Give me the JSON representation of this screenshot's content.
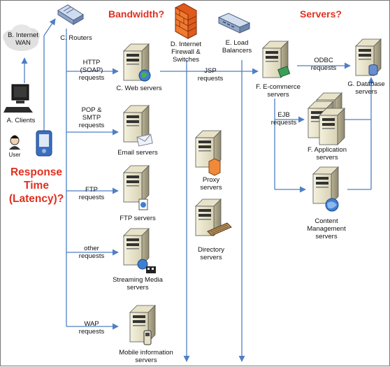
{
  "headers": {
    "bandwidth": "Bandwidth?",
    "servers": "Servers?",
    "response_line1": "Response",
    "response_line2": "Time",
    "response_line3": "(Latency)?"
  },
  "nodes": {
    "internet": "B. Internet\nWAN",
    "clients": "A. Clients",
    "user": "User",
    "routers": "C. Routers",
    "firewall": "D. Internet\nFirewall &\nSwitches",
    "load_balancers": "E. Load\nBalancers",
    "web_servers": "C. Web servers",
    "email_servers": "Email servers",
    "ftp_servers": "FTP servers",
    "streaming_servers": "Streaming Media\nservers",
    "mobile_servers": "Mobile information\nservers",
    "proxy_servers": "Proxy\nservers",
    "directory_servers": "Directory\nservers",
    "ecommerce_servers": "F. E-commerce\nservers",
    "database_servers": "G. Database\nservers",
    "application_servers": "F. Application\nservers",
    "cms_servers": "Content\nManagement\nservers"
  },
  "edges": {
    "http": "HTTP\n(SOAP)\nrequests",
    "pop": "POP &\nSMTP\nrequests",
    "ftp": "FTP\nrequests",
    "other": "other\nrequests",
    "wap": "WAP\nrequests",
    "jsp": "JSP\nrequests",
    "odbc": "ODBC\nrequests",
    "ejb": "EJB\nrequests"
  },
  "colors": {
    "accent_red": "#e03020",
    "connector_blue": "#4f7fc4",
    "server_beige": "#ece7cf",
    "cloud_gray": "#dedede"
  }
}
